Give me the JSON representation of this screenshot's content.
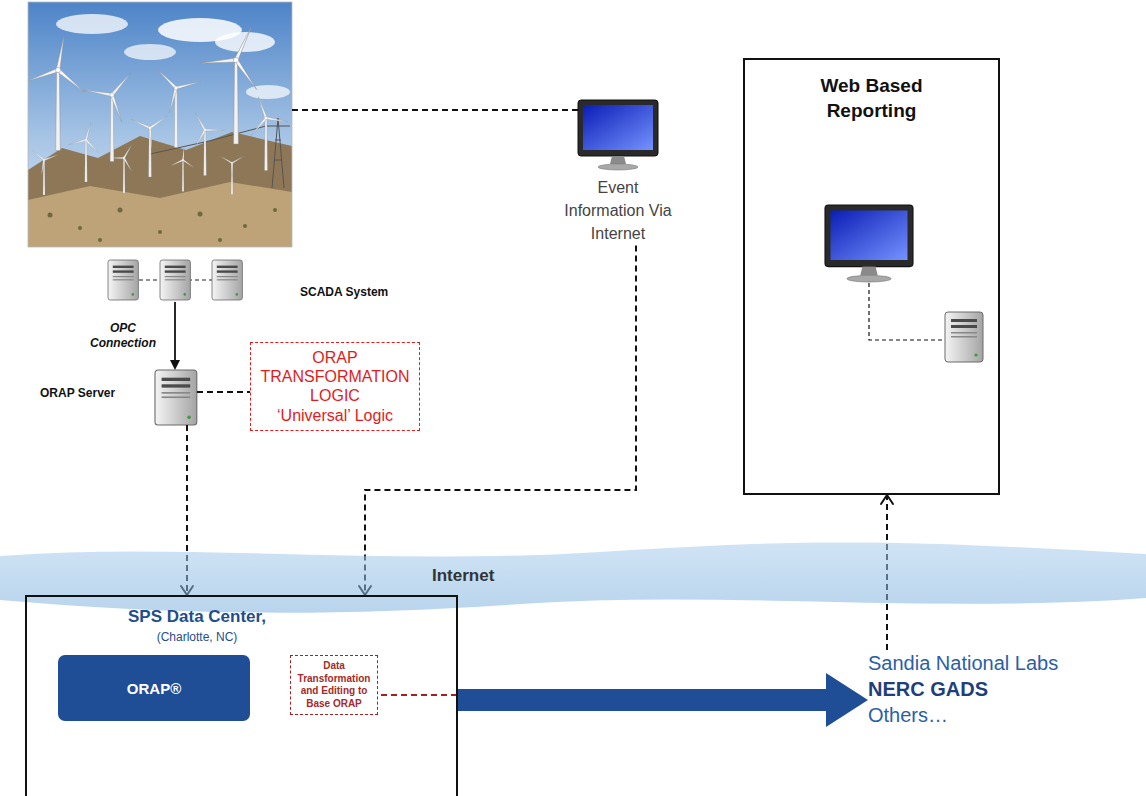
{
  "diagram": {
    "nodes": [
      {
        "text": [
          "SCADA System"
        ]
      },
      {
        "text": [
          "ORAP Server"
        ]
      },
      {
        "text": [
          "ORAP TRANSFORMATION LOGIC",
          "‘Universal’ Logic"
        ]
      },
      {
        "text": [
          "Event Information Via Internet"
        ]
      },
      {
        "text": [
          "Web Based Reporting"
        ]
      },
      {
        "text": [
          "Internet"
        ]
      },
      {
        "text": [
          "SPS Data Center,",
          "(Charlotte, NC)"
        ]
      },
      {
        "text": [
          "ORAP®"
        ],
        "in": 6
      },
      {
        "text": [
          "Data Transformation and Editing to Base ORAP"
        ],
        "in": 6
      },
      {
        "text": [
          "Sandia National Labs",
          "NERC GADS",
          "Others…"
        ]
      }
    ],
    "edges": [
      {
        "from": 0,
        "to": 1,
        "arrow": "to",
        "label": "OPC Connection"
      },
      {
        "from": 1,
        "to": 2,
        "arrow": "none"
      },
      {
        "from": 1,
        "to": 6,
        "arrow": "to"
      },
      {
        "from": 3,
        "to": 6,
        "arrow": "to"
      },
      {
        "from": 6,
        "to": 9,
        "arrow": "to"
      },
      {
        "from": 9,
        "to": 4,
        "arrow": "to"
      }
    ]
  }
}
